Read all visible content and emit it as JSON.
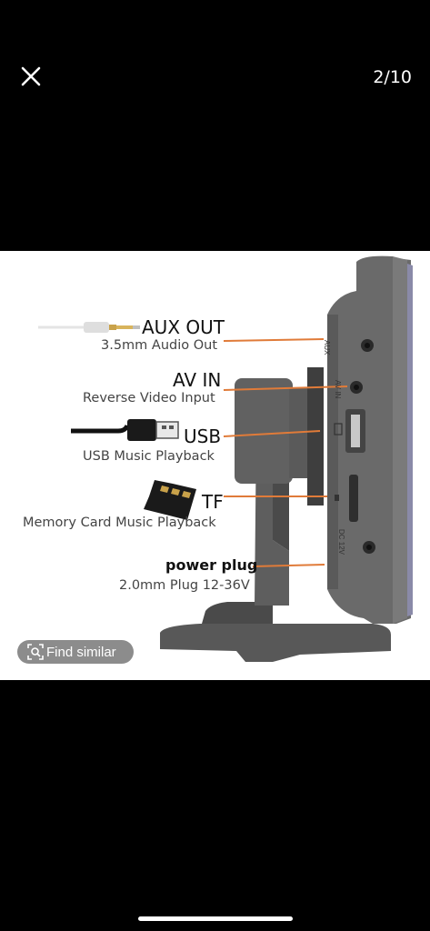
{
  "viewer": {
    "page_counter": "2/10",
    "close_icon": "close-icon",
    "find_similar_label": "Find similar",
    "find_similar_icon": "visual-search-icon"
  },
  "product_image": {
    "accent_color": "#e07b39",
    "callouts": [
      {
        "title": "AUX OUT",
        "subtitle": "3.5mm Audio Out",
        "icon": "audio-jack-cable"
      },
      {
        "title": "AV IN",
        "subtitle": "Reverse Video Input"
      },
      {
        "title": "USB",
        "subtitle": "USB Music Playback",
        "icon": "usb-cable"
      },
      {
        "title": "TF",
        "subtitle": "Memory Card Music Playback",
        "icon": "microsd-card"
      },
      {
        "title": "power plug",
        "subtitle": "2.0mm Plug 12-36V"
      }
    ],
    "port_markings": [
      "AUX",
      "AV IN",
      "DC 12V"
    ]
  }
}
